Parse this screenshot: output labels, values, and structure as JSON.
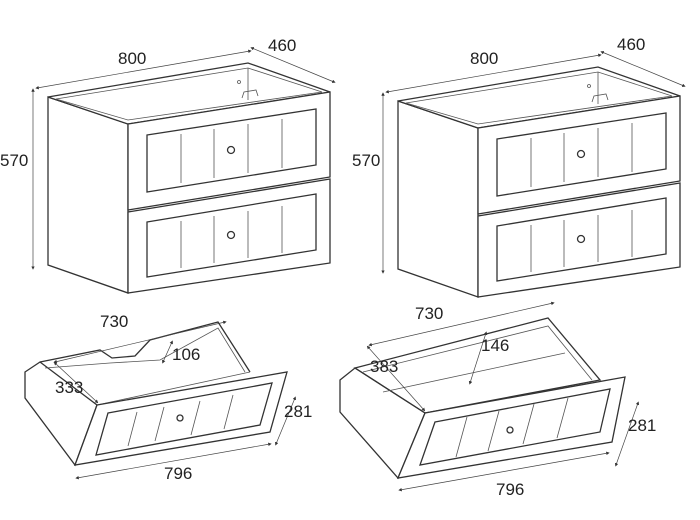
{
  "cabinet_left": {
    "width": "800",
    "depth": "460",
    "height": "570"
  },
  "cabinet_right": {
    "width": "800",
    "depth": "460",
    "height": "570"
  },
  "drawer_left": {
    "inner_length": "730",
    "side_height": "333",
    "cutout_depth": "106",
    "front_height": "281",
    "front_width": "796"
  },
  "drawer_right": {
    "inner_length": "730",
    "side_height": "383",
    "inner_depth": "146",
    "front_height": "281",
    "front_width": "796"
  }
}
